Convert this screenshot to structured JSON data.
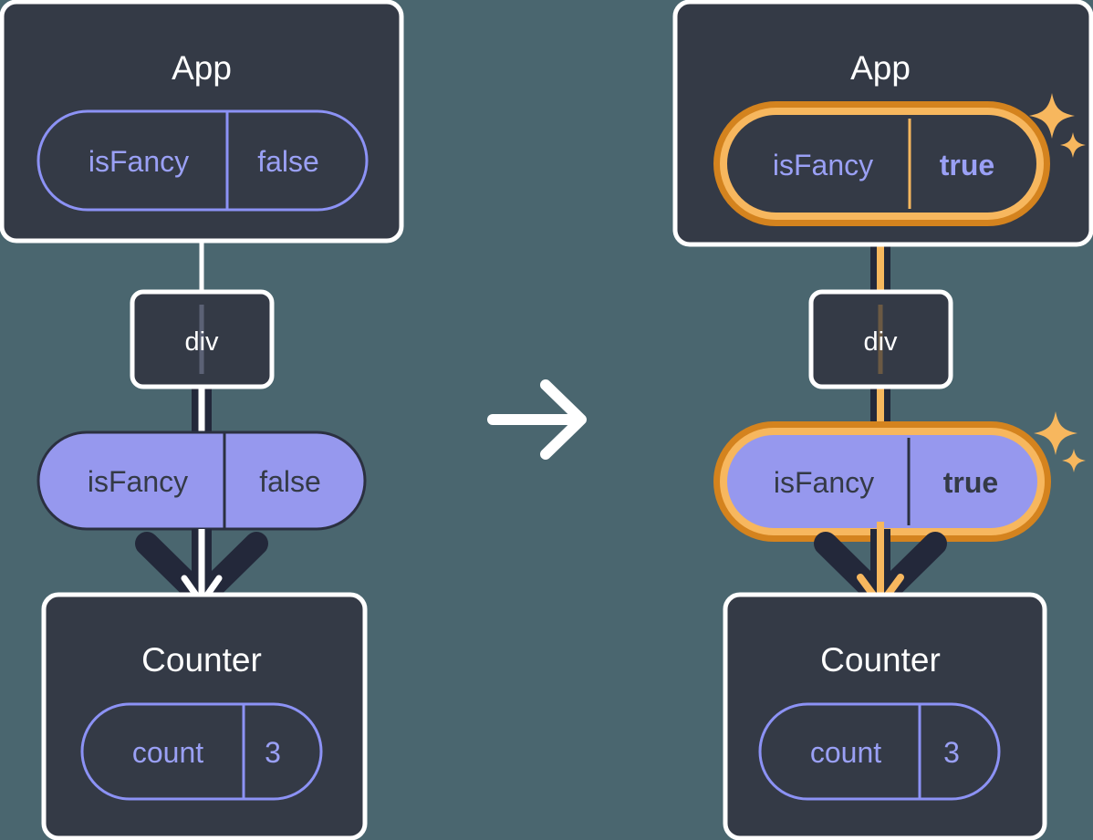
{
  "diagram": {
    "title": "React state update propagation diagram",
    "description": "Two component trees side by side showing isFancy state changing from false to true",
    "transition_arrow_icon": "right-arrow-icon",
    "colors": {
      "background": "#4a666f",
      "box_fill": "#343a46",
      "box_border": "#ffffff",
      "pill_stroke": "#8c92f5",
      "pill_text": "#9aa0f5",
      "pill_solid_fill": "#9698ee",
      "pill_solid_text": "#343a46",
      "highlight_outer": "#d4831e",
      "highlight_inner": "#f7b75e",
      "connector_dark": "#23283a",
      "connector_light": "#ffffff",
      "connector_highlight": "#f7b75e",
      "sparkle": "#f7b75e"
    }
  },
  "before": {
    "label": "before-state",
    "app": {
      "title": "App",
      "state_pill": {
        "name": "isFancy",
        "value": "false",
        "style": "hollow",
        "highlighted": false
      }
    },
    "div": {
      "title": "div"
    },
    "prop_pill": {
      "name": "isFancy",
      "value": "false",
      "style": "solid",
      "highlighted": false
    },
    "counter": {
      "title": "Counter",
      "state_pill": {
        "name": "count",
        "value": "3",
        "style": "hollow",
        "highlighted": false
      }
    }
  },
  "after": {
    "label": "after-state",
    "app": {
      "title": "App",
      "state_pill": {
        "name": "isFancy",
        "value": "true",
        "style": "hollow",
        "highlighted": true
      }
    },
    "div": {
      "title": "div"
    },
    "prop_pill": {
      "name": "isFancy",
      "value": "true",
      "style": "solid",
      "highlighted": true
    },
    "counter": {
      "title": "Counter",
      "state_pill": {
        "name": "count",
        "value": "3",
        "style": "hollow",
        "highlighted": false
      }
    },
    "sparkles": [
      {
        "name": "sparkle-app-pill"
      },
      {
        "name": "sparkle-prop-pill"
      }
    ]
  }
}
